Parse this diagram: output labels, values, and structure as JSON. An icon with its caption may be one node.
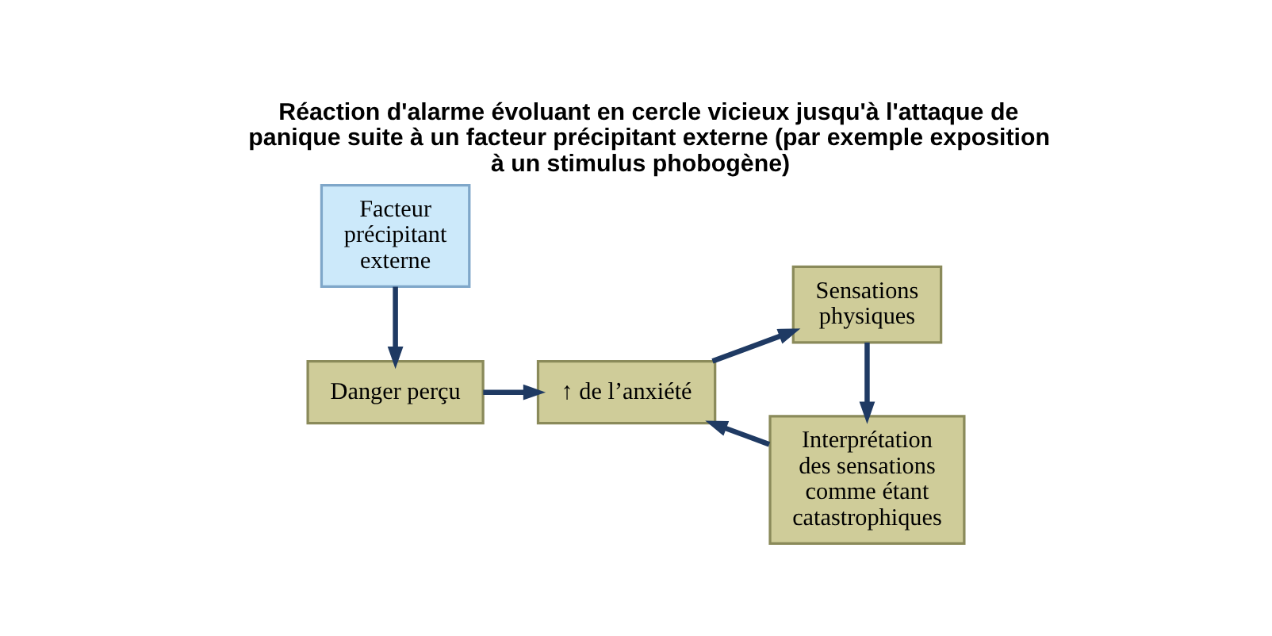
{
  "diagram": {
    "title": "Réaction d'alarme évoluant en cercle vicieux jusqu'à l'attaque de panique suite à un facteur précipitant externe (par exemple exposition à un stimulus phobogène)",
    "nodes": [
      {
        "text": [
          "Facteur précipitant externe"
        ]
      },
      {
        "text": [
          "Danger perçu"
        ]
      },
      {
        "text": [
          "↑ de l’anxiété"
        ]
      },
      {
        "text": [
          "Sensations physiques"
        ]
      },
      {
        "text": [
          "Interprétation des sensations comme étant catastrophiques"
        ]
      }
    ],
    "edges": [
      {
        "from": 0,
        "to": 1,
        "arrow": "to"
      },
      {
        "from": 1,
        "to": 2,
        "arrow": "to"
      },
      {
        "from": 2,
        "to": 3,
        "arrow": "to"
      },
      {
        "from": 3,
        "to": 4,
        "arrow": "to"
      },
      {
        "from": 4,
        "to": 2,
        "arrow": "to"
      }
    ]
  }
}
